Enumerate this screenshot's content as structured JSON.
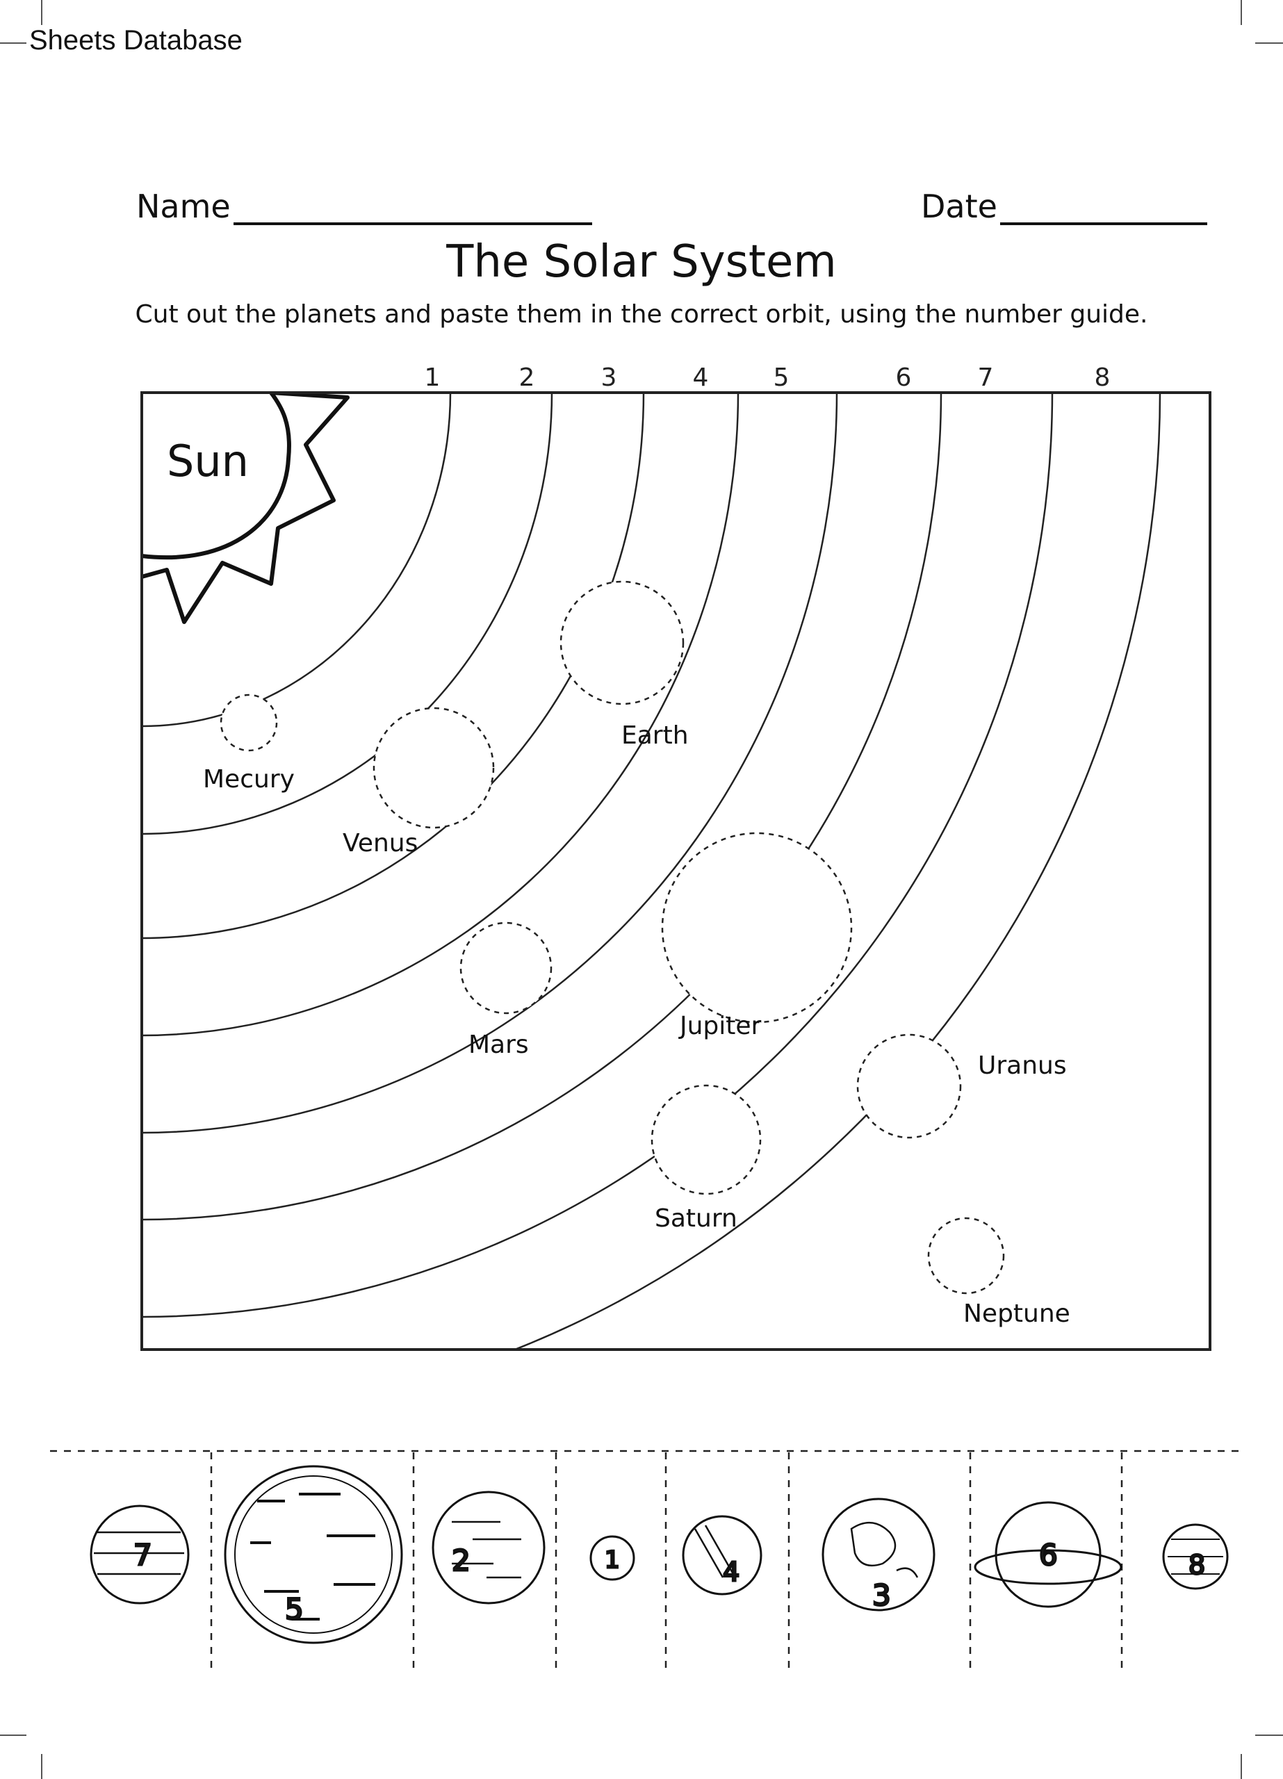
{
  "watermark": "Sheets Database",
  "header": {
    "name_label": "Name",
    "date_label": "Date"
  },
  "title": "The Solar System",
  "instructions": "Cut out the planets and paste them in the correct orbit, using the number guide.",
  "orbit_numbers": [
    "1",
    "2",
    "3",
    "4",
    "5",
    "6",
    "7",
    "8"
  ],
  "sun_label": "Sun",
  "planet_labels": {
    "mercury": "Mecury",
    "venus": "Venus",
    "earth": "Earth",
    "mars": "Mars",
    "jupiter": "Jupiter",
    "saturn": "Saturn",
    "uranus": "Uranus",
    "neptune": "Neptune"
  },
  "cutouts": [
    {
      "number": "7",
      "icon": "uranus-cutout-icon"
    },
    {
      "number": "5",
      "icon": "jupiter-cutout-icon"
    },
    {
      "number": "2",
      "icon": "venus-cutout-icon"
    },
    {
      "number": "1",
      "icon": "mercury-cutout-icon"
    },
    {
      "number": "4",
      "icon": "mars-cutout-icon"
    },
    {
      "number": "3",
      "icon": "earth-cutout-icon"
    },
    {
      "number": "6",
      "icon": "saturn-cutout-icon"
    },
    {
      "number": "8",
      "icon": "neptune-cutout-icon"
    }
  ]
}
